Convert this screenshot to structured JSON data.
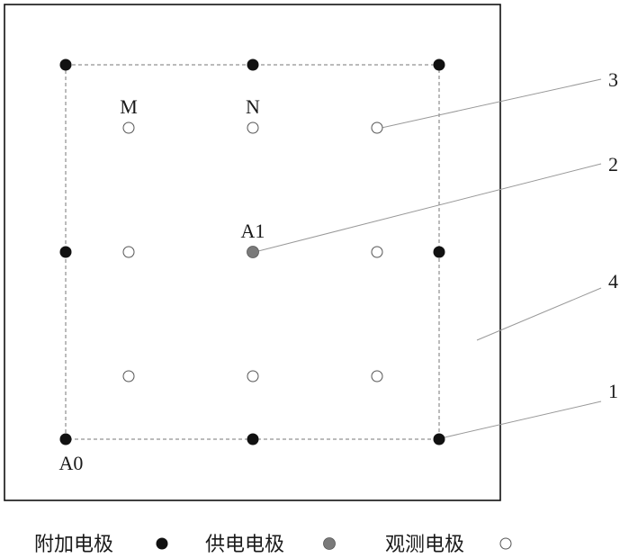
{
  "labels": {
    "M": "M",
    "N": "N",
    "A1": "A1",
    "A0": "A0"
  },
  "callouts": {
    "c1": "1",
    "c2": "2",
    "c3": "3",
    "c4": "4"
  },
  "legend": {
    "additional": "附加电极",
    "supply": "供电电极",
    "observation": "观测电极"
  },
  "colors": {
    "additional_fill": "#111111",
    "supply_fill": "#7a7a7a",
    "observation_fill": "#ffffff",
    "line": "#888888",
    "frame": "#111111"
  }
}
